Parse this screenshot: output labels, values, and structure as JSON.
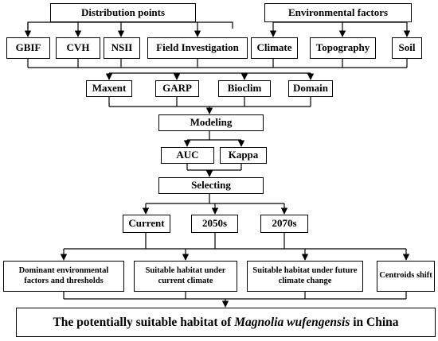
{
  "nodes": {
    "distribution_points": "Distribution points",
    "environmental_factors": "Environmental factors",
    "gbif": "GBIF",
    "cvh": "CVH",
    "nsii": "NSII",
    "field_investigation": "Field Investigation",
    "climate": "Climate",
    "topography": "Topography",
    "soil": "Soil",
    "maxent": "Maxent",
    "garp": "GARP",
    "bioclim": "Bioclim",
    "domain": "Domain",
    "modeling": "Modeling",
    "auc": "AUC",
    "kappa": "Kappa",
    "selecting": "Selecting",
    "current": "Current",
    "s2050": "2050s",
    "s2070": "2070s",
    "dominant_factors": "Dominant environmental factors and thresholds",
    "habitat_current": "Suitable habitat under current climate",
    "habitat_future": "Suitable habitat under future climate change",
    "centroids_shift": "Centroids shift",
    "final_prefix": "The potentially suitable habitat of ",
    "final_species": "Magnolia wufengensis",
    "final_suffix": " in China"
  },
  "colors": {
    "stroke": "#000000",
    "background": "#ffffff"
  }
}
